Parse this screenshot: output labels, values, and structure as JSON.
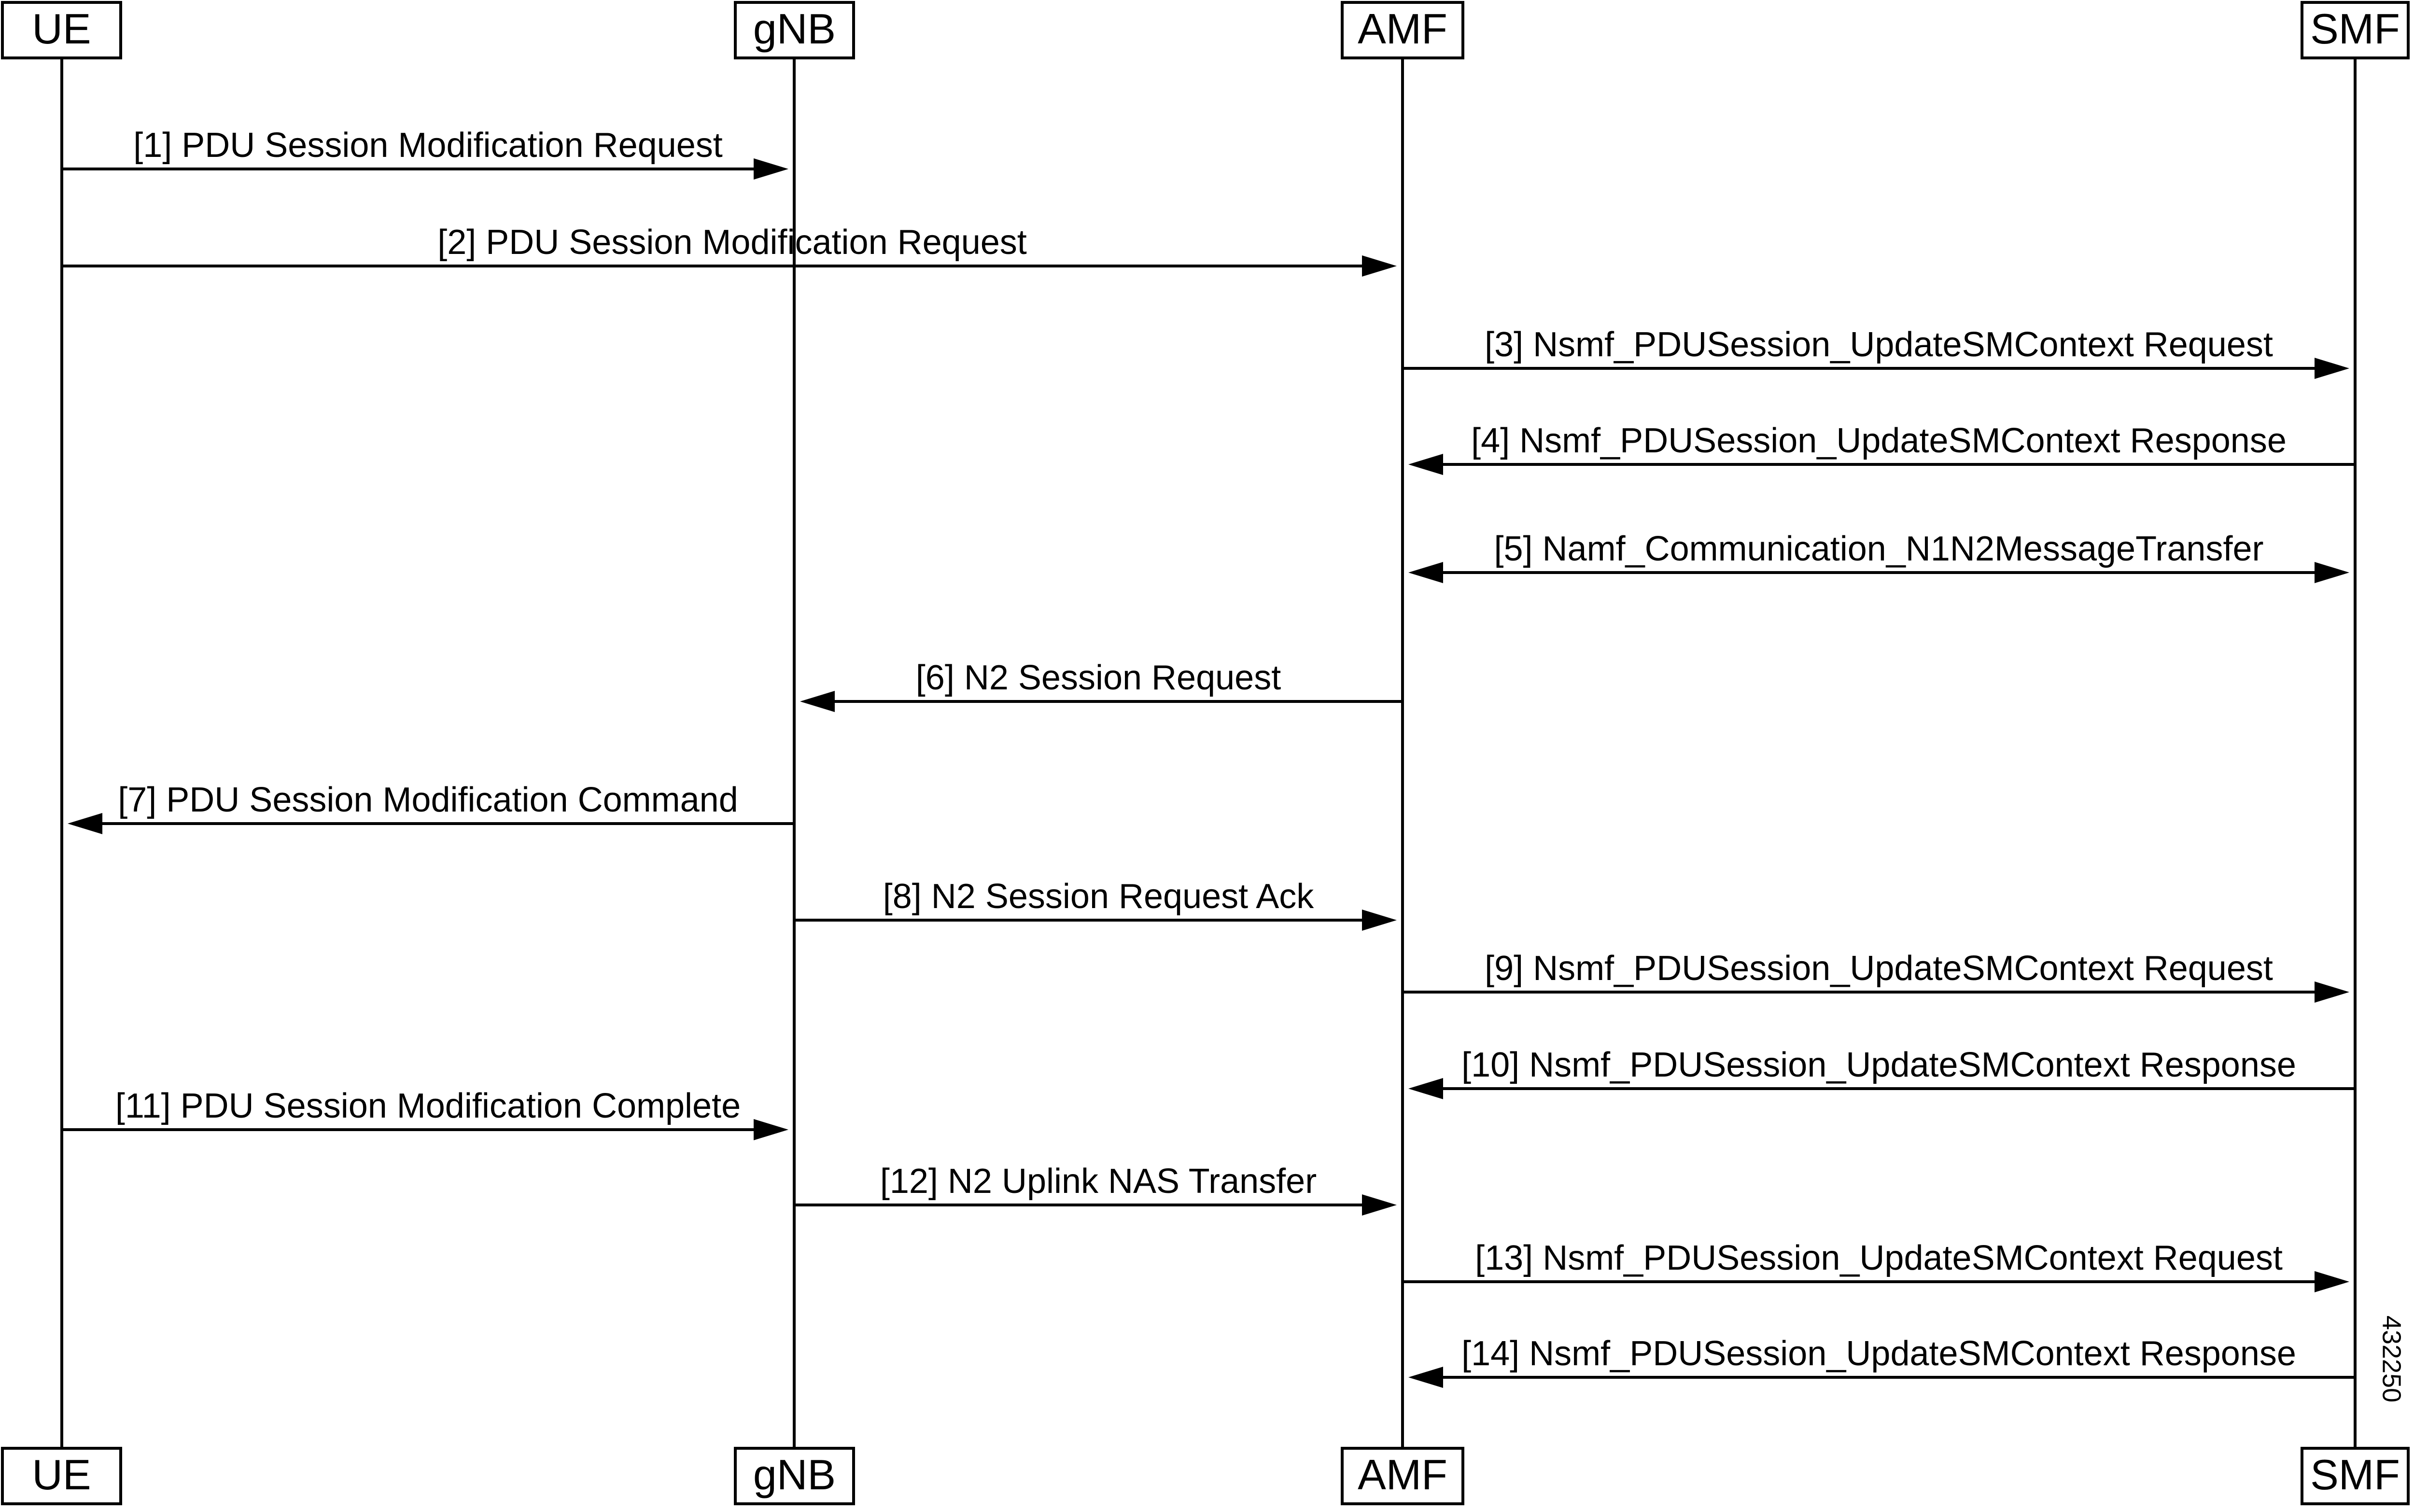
{
  "colors": {
    "line": "#000000",
    "background": "#ffffff"
  },
  "participants": [
    {
      "id": "ue",
      "label": "UE"
    },
    {
      "id": "gnb",
      "label": "gNB"
    },
    {
      "id": "amf",
      "label": "AMF"
    },
    {
      "id": "smf",
      "label": "SMF"
    }
  ],
  "messages": [
    {
      "label": "[1] PDU Session Modification Request",
      "from": "ue",
      "to": "gnb",
      "bidirectional": false
    },
    {
      "label": "[2] PDU Session Modification Request",
      "from": "ue",
      "to": "amf",
      "bidirectional": false
    },
    {
      "label": "[3] Nsmf_PDUSession_UpdateSMContext Request",
      "from": "amf",
      "to": "smf",
      "bidirectional": false
    },
    {
      "label": "[4] Nsmf_PDUSession_UpdateSMContext Response",
      "from": "smf",
      "to": "amf",
      "bidirectional": false
    },
    {
      "label": "[5] Namf_Communication_N1N2MessageTransfer",
      "from": "amf",
      "to": "smf",
      "bidirectional": true
    },
    {
      "label": "[6] N2 Session Request",
      "from": "amf",
      "to": "gnb",
      "bidirectional": false
    },
    {
      "label": "[7] PDU Session Modification Command",
      "from": "gnb",
      "to": "ue",
      "bidirectional": false
    },
    {
      "label": "[8] N2 Session Request Ack",
      "from": "gnb",
      "to": "amf",
      "bidirectional": false
    },
    {
      "label": "[9] Nsmf_PDUSession_UpdateSMContext Request",
      "from": "amf",
      "to": "smf",
      "bidirectional": false
    },
    {
      "label": "[10] Nsmf_PDUSession_UpdateSMContext Response",
      "from": "smf",
      "to": "amf",
      "bidirectional": false
    },
    {
      "label": "[11] PDU Session Modification Complete",
      "from": "ue",
      "to": "gnb",
      "bidirectional": false
    },
    {
      "label": "[12] N2 Uplink NAS Transfer",
      "from": "gnb",
      "to": "amf",
      "bidirectional": false
    },
    {
      "label": "[13] Nsmf_PDUSession_UpdateSMContext Request",
      "from": "amf",
      "to": "smf",
      "bidirectional": false
    },
    {
      "label": "[14] Nsmf_PDUSession_UpdateSMContext Response",
      "from": "smf",
      "to": "amf",
      "bidirectional": false
    }
  ],
  "figure_id": "432250"
}
